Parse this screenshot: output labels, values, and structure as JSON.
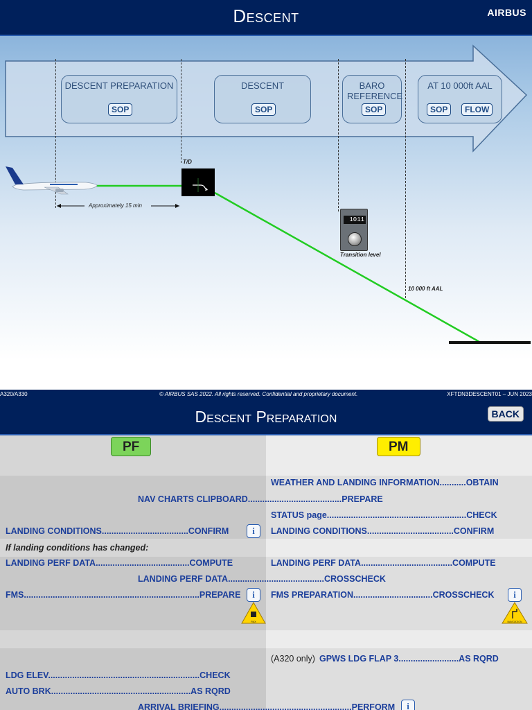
{
  "slide1": {
    "title": "Descent",
    "brand": "AIRBUS",
    "phases": [
      {
        "label": "DESCENT PREPARATION",
        "buttons": [
          "SOP"
        ]
      },
      {
        "label": "DESCENT",
        "buttons": [
          "SOP"
        ]
      },
      {
        "label": "BARO REFERENCE",
        "buttons": [
          "SOP"
        ]
      },
      {
        "label": "AT 10 000ft AAL",
        "buttons": [
          "SOP",
          "FLOW"
        ]
      }
    ],
    "td_label": "T/D",
    "approx_label": "Approximately 15 min",
    "transition_label": "Transition level",
    "aal_label": "10 000 ft AAL",
    "baro_readout": "1011",
    "footer": {
      "left": "A320/A330",
      "center": "© AIRBUS SAS 2022. All rights reserved. Confidential and proprietary document.",
      "right": "XFTDN3DESCENT01 – JUN 2023"
    }
  },
  "slide2": {
    "title": "Descent Preparation",
    "back": "BACK",
    "pf": "PF",
    "pm": "PM",
    "rows": {
      "weather": "WEATHER AND LANDING INFORMATION...........OBTAIN",
      "nav_charts": "NAV CHARTS CLIPBOARD.......................................PREPARE",
      "status_page": "STATUS page..........................................................CHECK",
      "ldg_cond_pf": "LANDING  CONDITIONS....................................CONFIRM",
      "ldg_cond_pm": "LANDING  CONDITIONS....................................CONFIRM",
      "if_changed": "If landing conditions has changed:",
      "perf_pf": "LANDING PERF DATA.......................................COMPUTE",
      "perf_pm": "LANDING PERF DATA......................................COMPUTE",
      "perf_cross": "LANDING PERF DATA........................................CROSSCHECK",
      "fms_pf": "FMS.........................................................................PREPARE",
      "fms_pm": "FMS  PREPARATION.................................CROSSCHECK",
      "gpws_prefix": "(A320 only)",
      "gpws": "GPWS LDG FLAP 3.........................AS RQRD",
      "ldg_elev": "LDG ELEV...............................................................CHECK",
      "auto_brk": "AUTO BRK..........................................................AS RQRD",
      "arrival": "ARRIVAL  BRIEFING.......................................................PERFORM"
    },
    "info_glyph": "i",
    "warn_pf_label": "PAX",
    "warn_pm_label": "NAVIGATION"
  }
}
